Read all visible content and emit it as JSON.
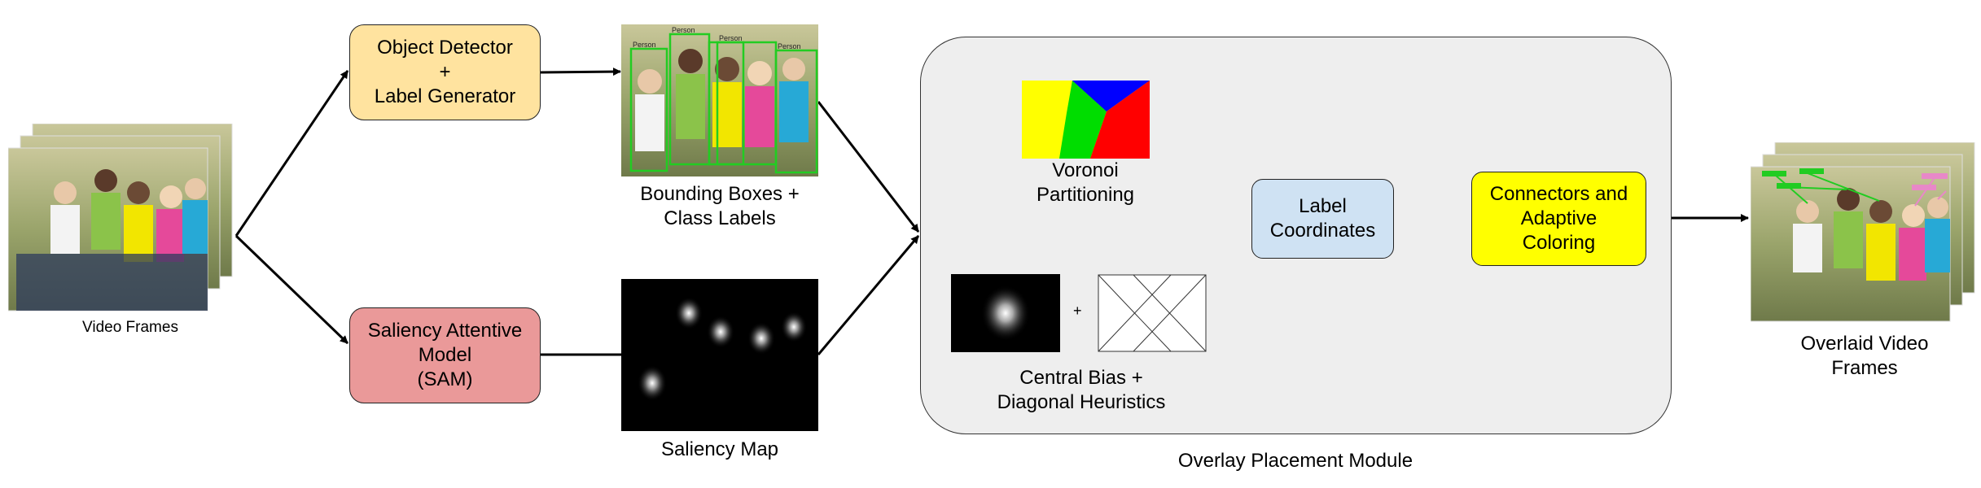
{
  "input": {
    "caption": "Video Frames"
  },
  "detector": {
    "label": "Object Detector\n+\nLabel Generator",
    "color": "#FFE39F"
  },
  "sam": {
    "label": "Saliency Attentive\nModel\n(SAM)",
    "color": "#EA9999"
  },
  "bbox_image": {
    "caption": "Bounding Boxes +\nClass Labels",
    "tag": "Person"
  },
  "saliency_map": {
    "caption": "Saliency Map"
  },
  "module": {
    "caption": "Overlay Placement Module",
    "voronoi_caption": "Voronoi\nPartitioning",
    "bias_caption": "Central Bias +\nDiagonal Heuristics",
    "plus": "+",
    "label_coords": {
      "label": "Label\nCoordinates",
      "color": "#CFE2F3"
    },
    "connectors": {
      "label": "Connectors and\nAdaptive\nColoring",
      "color": "#FFFF00"
    }
  },
  "output": {
    "caption": "Overlaid Video\nFrames"
  }
}
